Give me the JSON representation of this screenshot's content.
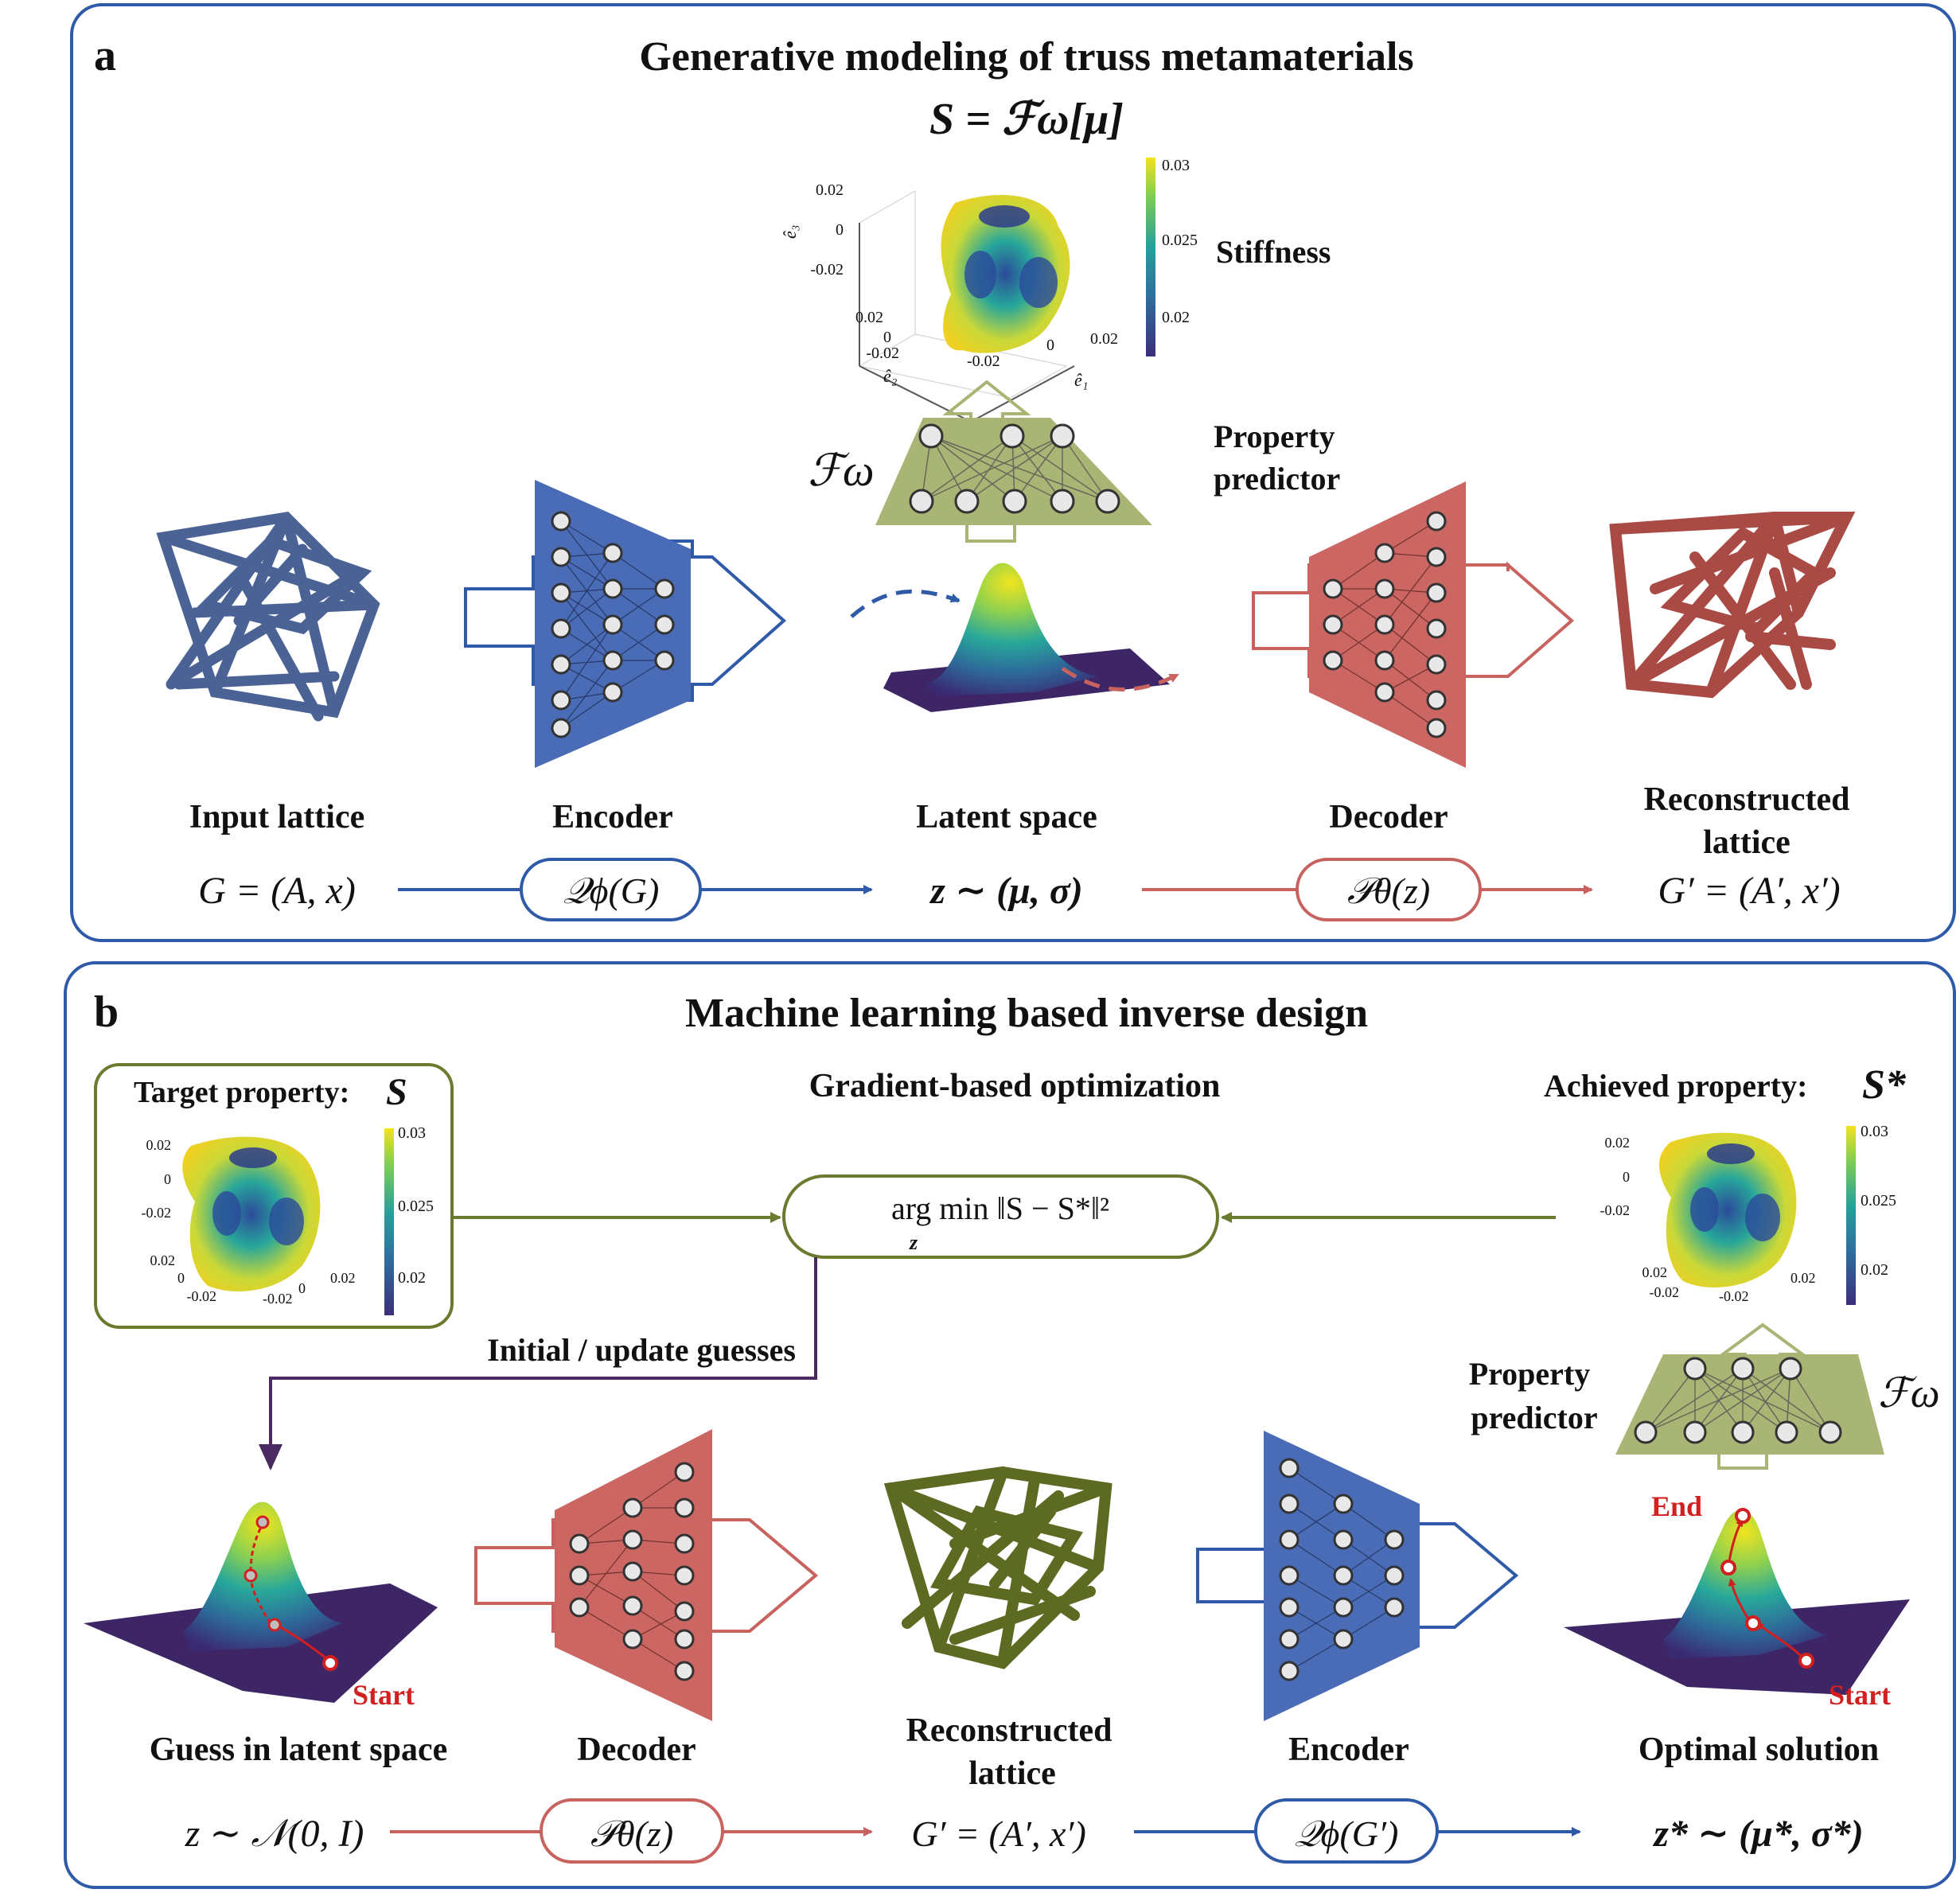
{
  "panel_a": {
    "letter": "a",
    "title": "Generative modeling of truss metamaterials",
    "equation": "S = ℱω[μ]",
    "stiffness_label": "Stiffness",
    "colorbar_ticks": [
      "0.03",
      "0.025",
      "0.02"
    ],
    "axis_ticks": {
      "e3": [
        "0.02",
        "0",
        "-0.02"
      ],
      "e2": [
        "0.02",
        "0",
        "-0.02"
      ],
      "e1": [
        "-0.02",
        "0",
        "0.02"
      ]
    },
    "axis_labels": {
      "e1": "ê₁",
      "e2": "ê₂",
      "e3": "ê₃"
    },
    "predictor_symbol": "ℱω",
    "predictor_label_1": "Property",
    "predictor_label_2": "predictor",
    "stage_labels": {
      "input": "Input lattice",
      "encoder": "Encoder",
      "latent": "Latent space",
      "decoder": "Decoder",
      "recon_1": "Reconstructed",
      "recon_2": "lattice"
    },
    "formulas": {
      "input": "G = (A, x)",
      "encoder": "𝒬ϕ(G)",
      "latent": "z ∼ (μ, σ)",
      "decoder": "𝒫θ(z)",
      "output": "G′ = (A′, x′)"
    }
  },
  "panel_b": {
    "letter": "b",
    "title": "Machine learning based inverse design",
    "target_label": "Target property:",
    "target_symbol": "S",
    "optimization_label": "Gradient-based optimization",
    "objective": "arg min ‖S − S*‖²",
    "objective_sub": "z",
    "achieved_label": "Achieved property:",
    "achieved_symbol": "S*",
    "update_label": "Initial / update guesses",
    "predictor_label_1": "Property",
    "predictor_label_2": "predictor",
    "predictor_symbol": "ℱω",
    "start_label": "Start",
    "end_label": "End",
    "stage_labels": {
      "guess": "Guess in latent space",
      "decoder": "Decoder",
      "recon_1": "Reconstructed",
      "recon_2": "lattice",
      "encoder": "Encoder",
      "optimal": "Optimal solution"
    },
    "formulas": {
      "guess": "z ∼ 𝒩(0, I)",
      "decoder": "𝒫θ(z)",
      "recon": "G′ = (A′, x′)",
      "encoder": "𝒬ϕ(G′)",
      "optimal": "z* ∼ (μ*, σ*)"
    }
  },
  "colors": {
    "blue": "#2f5aa8",
    "encoder_fill": "#4a6bb5",
    "red": "#c8625f",
    "decoder_fill": "#cc6663",
    "olive": "#6a7a2e",
    "predictor_fill": "#a9b574",
    "purple": "#4a2a63",
    "lattice_blue": "#4a6294",
    "lattice_red": "#a94a45",
    "lattice_olive": "#5c6a22"
  }
}
